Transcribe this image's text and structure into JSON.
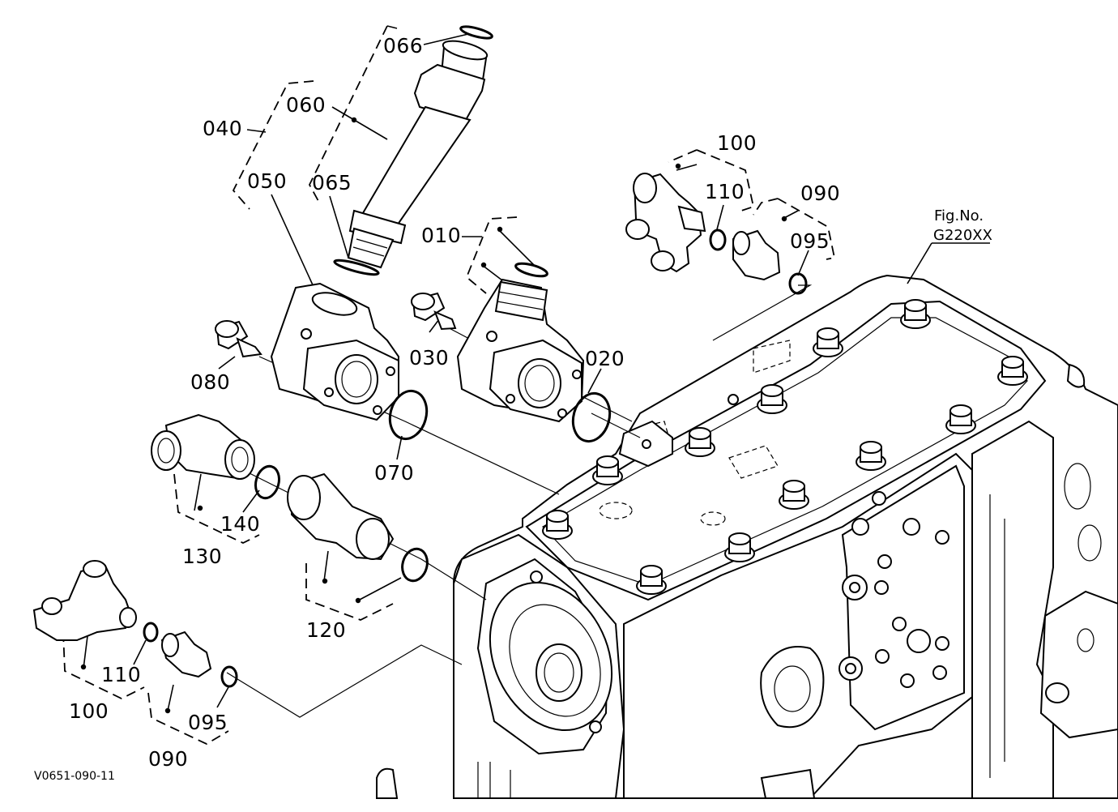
{
  "figure": {
    "fig_no_label": "Fig.No.",
    "fig_no_value": "G220XX",
    "drawing_code": "V0651-090-11"
  },
  "callouts": {
    "c066": "066",
    "c060": "060",
    "c040": "040",
    "c050": "050",
    "c065": "065",
    "c010": "010",
    "c030": "030",
    "c020": "020",
    "c080": "080",
    "c070": "070",
    "c100_top": "100",
    "c110_top": "110",
    "c090_top": "090",
    "c095_top": "095",
    "c130": "130",
    "c140": "140",
    "c120": "120",
    "c100_bottom": "100",
    "c110_bottom": "110",
    "c090_bottom": "090",
    "c095_bottom": "095"
  }
}
